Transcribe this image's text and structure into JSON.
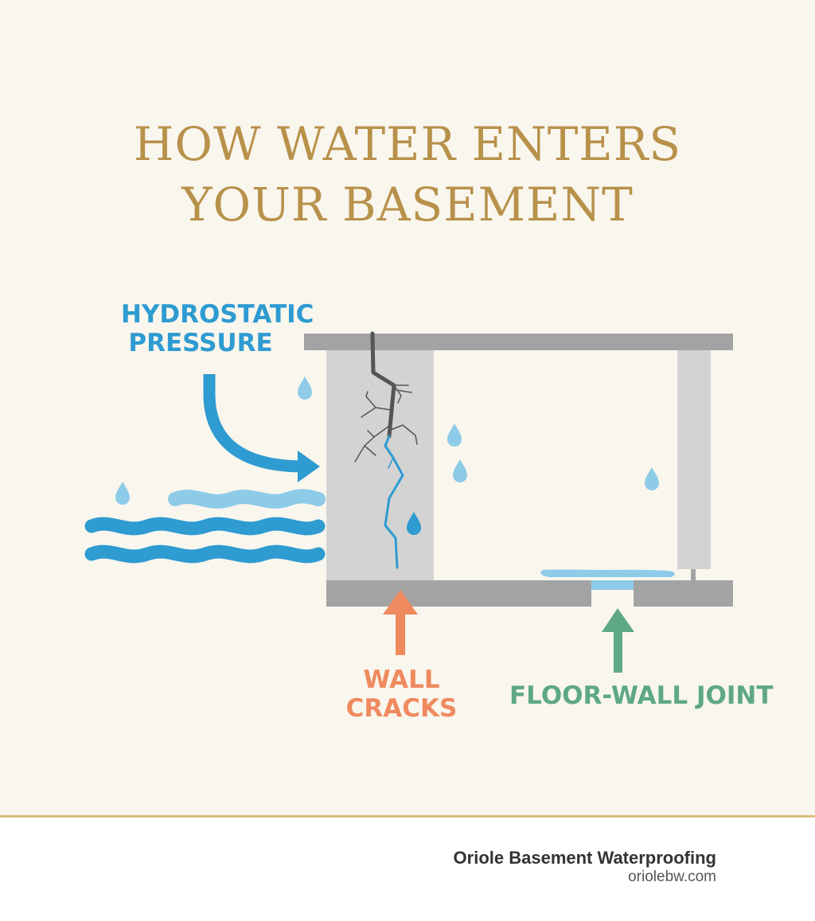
{
  "title": {
    "line1": "HOW WATER ENTERS",
    "line2": "YOUR BASEMENT"
  },
  "labels": {
    "hydrostatic_line1": "HYDROSTATIC",
    "hydrostatic_line2": "PRESSURE",
    "wall_line1": "WALL",
    "wall_line2": "CRACKS",
    "floor_wall_joint": "FLOOR-WALL JOINT"
  },
  "footer": {
    "brand": "Oriole Basement Waterproofing",
    "url": "oriolebw.com"
  },
  "colors": {
    "title": "#b8914a",
    "hydrostatic": "#2e9bd1",
    "wall_cracks": "#ef8a5f",
    "floor_wall_joint": "#5ea887",
    "water": "#2e9bd1",
    "water_light": "#8dcbe8",
    "concrete": "#a3a3a3",
    "wall": "#d3d3d3"
  }
}
